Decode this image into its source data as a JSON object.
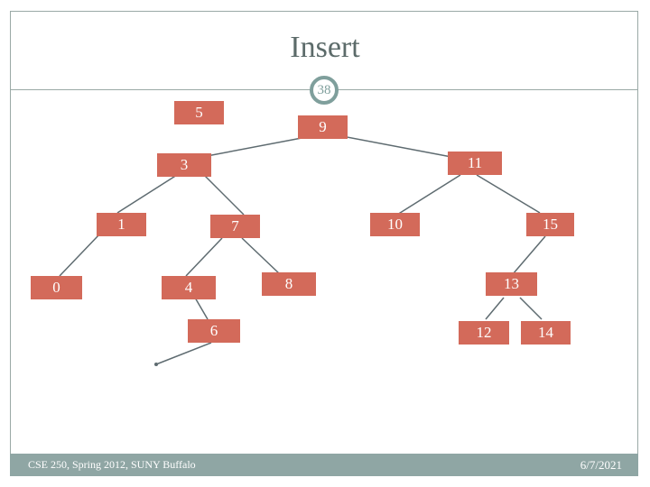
{
  "slide": {
    "title": "Insert",
    "slide_number": "38",
    "footer_left": "CSE 250, Spring 2012, SUNY Buffalo",
    "footer_right": "6/7/2021"
  },
  "colors": {
    "node_fill": "#d36a5a",
    "node_text": "#ffffff",
    "edge": "#5e6b70",
    "accent": "#8fa6a4"
  },
  "diagram": {
    "insert_node": "5",
    "nodes": [
      {
        "id": "n9",
        "label": "9"
      },
      {
        "id": "n3",
        "label": "3"
      },
      {
        "id": "n11",
        "label": "11"
      },
      {
        "id": "n1",
        "label": "1"
      },
      {
        "id": "n7",
        "label": "7"
      },
      {
        "id": "n10",
        "label": "10"
      },
      {
        "id": "n15",
        "label": "15"
      },
      {
        "id": "n0",
        "label": "0"
      },
      {
        "id": "n4",
        "label": "4"
      },
      {
        "id": "n8",
        "label": "8"
      },
      {
        "id": "n13",
        "label": "13"
      },
      {
        "id": "n6",
        "label": "6"
      },
      {
        "id": "n12",
        "label": "12"
      },
      {
        "id": "n14",
        "label": "14"
      }
    ],
    "edges": [
      [
        "n9",
        "n3"
      ],
      [
        "n9",
        "n11"
      ],
      [
        "n3",
        "n1"
      ],
      [
        "n3",
        "n7"
      ],
      [
        "n11",
        "n10"
      ],
      [
        "n11",
        "n15"
      ],
      [
        "n1",
        "n0"
      ],
      [
        "n7",
        "n4"
      ],
      [
        "n7",
        "n8"
      ],
      [
        "n15",
        "n13"
      ],
      [
        "n4",
        "n6"
      ],
      [
        "n13",
        "n12"
      ],
      [
        "n13",
        "n14"
      ]
    ]
  }
}
